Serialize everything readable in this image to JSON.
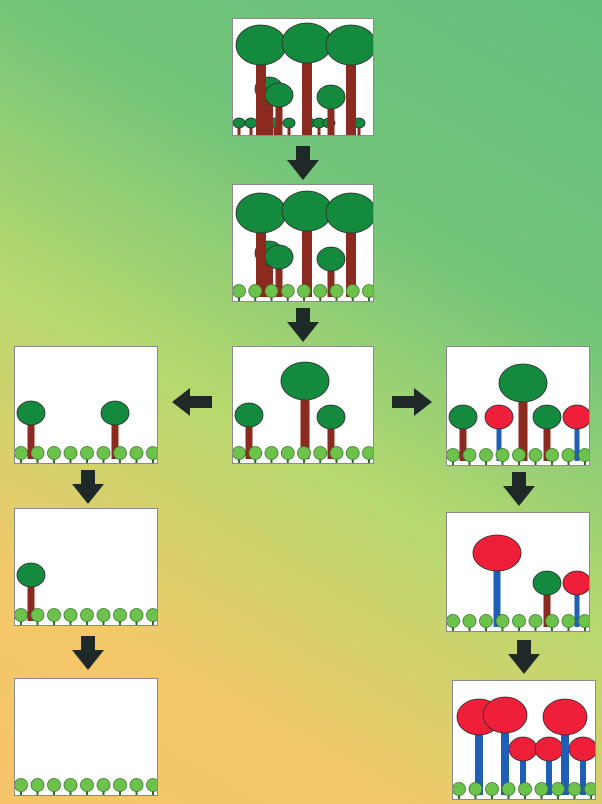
{
  "diagram": {
    "colors": {
      "background_top": "#62bf7c",
      "background_bottom": "#f7c46a",
      "tree_crown": "#138a3e",
      "tree_trunk": "#8b2a1f",
      "invader_crown": "#ef1f3a",
      "invader_stem": "#1f5fb5",
      "seedling": "#6cc24a",
      "arrow": "#1f2a28",
      "panel": "#ffffff",
      "panel_border": "#8a8a8a"
    },
    "panels": [
      {
        "id": "intact-forest",
        "seedlings": false,
        "big_trees": 3,
        "mid_trees": 3,
        "small_trees": 9,
        "invaders": 0
      },
      {
        "id": "forest-with-seedlings",
        "seedlings": true,
        "big_trees": 3,
        "mid_trees": 3,
        "small_trees": 0,
        "invaders": 0
      },
      {
        "id": "thinned-forest",
        "seedlings": true,
        "big_trees": 1,
        "mid_trees": 2,
        "small_trees": 0,
        "invaders": 0
      },
      {
        "id": "left-path-step-1",
        "seedlings": true,
        "big_trees": 0,
        "mid_trees": 2,
        "small_trees": 0,
        "invaders": 0
      },
      {
        "id": "left-path-step-2",
        "seedlings": true,
        "big_trees": 0,
        "mid_trees": 1,
        "small_trees": 0,
        "invaders": 0
      },
      {
        "id": "left-path-step-3",
        "seedlings": true,
        "big_trees": 0,
        "mid_trees": 0,
        "small_trees": 0,
        "invaders": 0
      },
      {
        "id": "right-path-step-1",
        "seedlings": true,
        "big_trees": 1,
        "mid_trees": 2,
        "small_trees": 0,
        "invaders": 2
      },
      {
        "id": "right-path-step-2",
        "seedlings": true,
        "big_trees": 0,
        "mid_trees": 1,
        "small_trees": 0,
        "invaders": 2
      },
      {
        "id": "right-path-step-3",
        "seedlings": true,
        "big_trees": 0,
        "mid_trees": 0,
        "small_trees": 0,
        "invaders": 6
      }
    ],
    "arrows": [
      {
        "from": "intact-forest",
        "to": "forest-with-seedlings",
        "direction": "down"
      },
      {
        "from": "forest-with-seedlings",
        "to": "thinned-forest",
        "direction": "down"
      },
      {
        "from": "thinned-forest",
        "to": "left-path-step-1",
        "direction": "left"
      },
      {
        "from": "thinned-forest",
        "to": "right-path-step-1",
        "direction": "right"
      },
      {
        "from": "left-path-step-1",
        "to": "left-path-step-2",
        "direction": "down"
      },
      {
        "from": "left-path-step-2",
        "to": "left-path-step-3",
        "direction": "down"
      },
      {
        "from": "right-path-step-1",
        "to": "right-path-step-2",
        "direction": "down"
      },
      {
        "from": "right-path-step-2",
        "to": "right-path-step-3",
        "direction": "down"
      }
    ]
  }
}
